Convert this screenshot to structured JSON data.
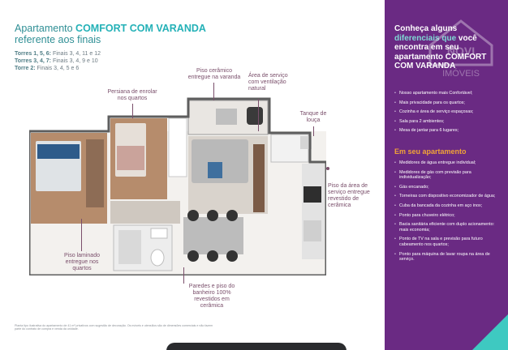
{
  "header": {
    "title_pre": "Apartamento ",
    "title_highlight": "COMFORT COM VARANDA",
    "title_line2": "referente aos finais",
    "towers": [
      {
        "label": "Torres 1, 5, 6:",
        "text": " Finais 3, 4, 11 e 12"
      },
      {
        "label": "Torres 3, 4, 7:",
        "text": " Finais 3, 4, 9 e 10"
      },
      {
        "label": "Torre 2:",
        "text": " Finais 3, 4, 5 e 6"
      }
    ]
  },
  "callouts": {
    "piso_ceramico_varanda": "Piso cerâmico entregue na varanda",
    "area_servico": "Área de serviço com ventilação natural",
    "persiana": "Persiana de enrolar nos quartos",
    "tanque": "Tanque de louça",
    "piso_area_servico": "Piso da área de serviço entregue revestido de cerâmica",
    "piso_laminado": "Piso laminado entregue nos quartos",
    "paredes_banheiro": "Paredes e piso do banheiro 100% revestidos em cerâmica"
  },
  "footnote": "Planta tipo ilustrativa do apartamento de 41 m² privativos com sugestão de decoração. Os móveis e utensílios são de dimensões comerciais e não fazem parte do contrato de compra e venda da unidade.",
  "sidebar": {
    "intro_pre": "Conheça alguns",
    "intro_highlight": "diferenciais que",
    "intro_rest": "você encontra em seu apartamento COMFORT COM VARANDA",
    "watermark_text": "NOVI IMÓVEIS",
    "features": [
      "Nosso apartamento mais Confortável;",
      "Mais privacidade para os quartos;",
      "Cozinha e área de serviço espaçosas;",
      "Sala para 2 ambientes;",
      "Mesa de jantar para 6 lugares;"
    ],
    "section_title": "Em seu apartamento",
    "items": [
      "Medidores de água entregue individual;",
      "Medidores de gás com previsão para individualização;",
      "Gás encanado;",
      "Torneiras com dispositivo economizador de água;",
      "Cuba da bancada da cozinha em aço inox;",
      "Ponto para chuveiro elétrico;",
      "Bacia sanitária eficiente com duplo acionamento: mais economia;",
      "Ponto de TV na sala e previsão para futuro cabeamento nos quartos;",
      "Ponto para máquina de lavar roupa na área de serviço."
    ]
  },
  "colors": {
    "sidebar_bg": "#6a2a83",
    "accent_teal": "#24b1b7",
    "accent_orange": "#f1a337",
    "callout_text": "#7a4f6b"
  }
}
